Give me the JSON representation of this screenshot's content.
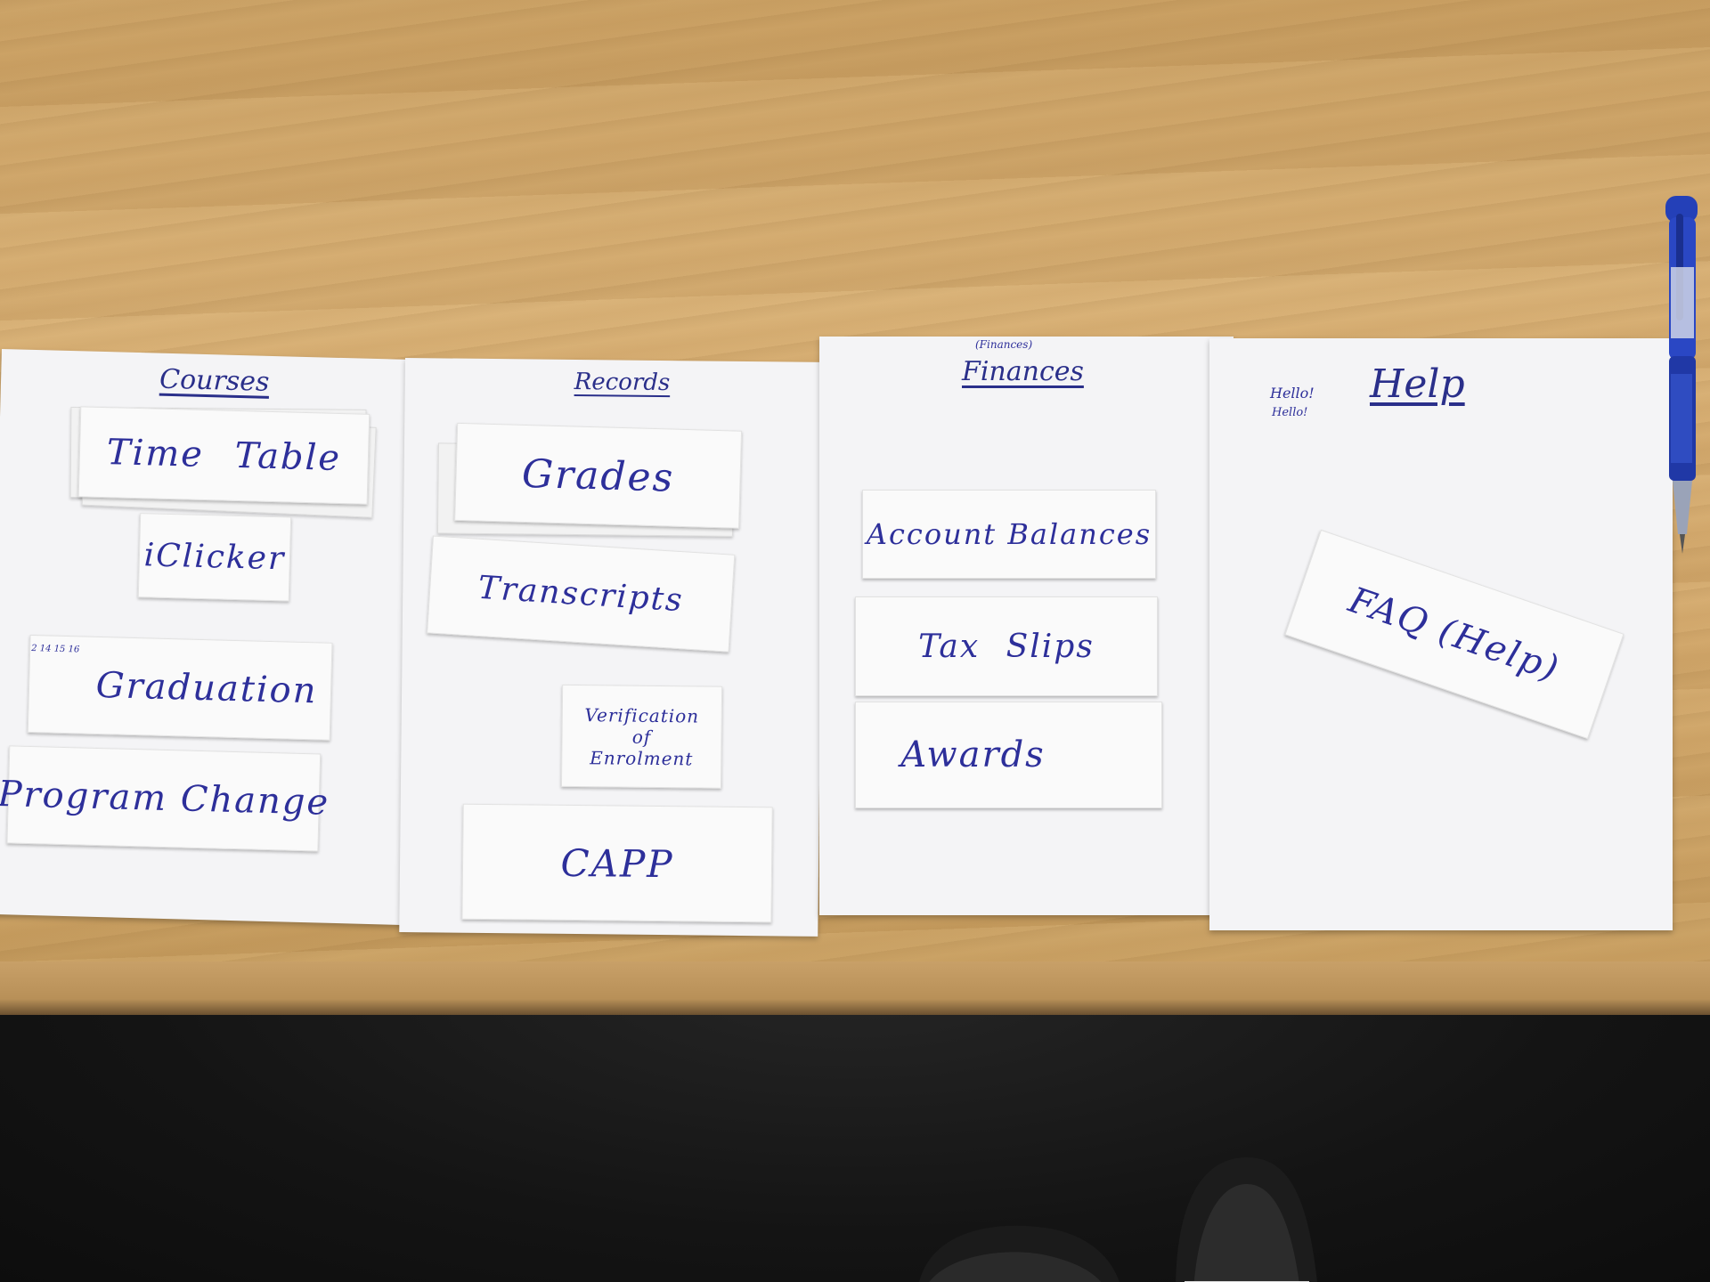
{
  "scene": {
    "desk_color": "#d4aa6e",
    "ink_color": "#2d2f9a",
    "paper_color": "#f4f4f6"
  },
  "sheets": {
    "courses": {
      "title": "Courses",
      "cards": [
        "Time Table",
        "iClicker",
        "Graduation",
        "Program Change"
      ],
      "margin_scribble": "2 14 15 16"
    },
    "records": {
      "title": "Records",
      "cards": [
        "Grades",
        "Transcripts",
        "Verification",
        "of",
        "Enrolment",
        "CAPP"
      ]
    },
    "finances": {
      "title": "Finances",
      "subtitle": "(Finances)",
      "cards": [
        "Account Balances",
        "Tax Slips",
        "Awards"
      ]
    },
    "help": {
      "title": "Help",
      "greeting_1": "Hello!",
      "greeting_2": "Hello!",
      "cards": [
        "FAQ (Help)"
      ]
    }
  },
  "objects": {
    "pen": "blue-ballpoint-pen-icon"
  }
}
